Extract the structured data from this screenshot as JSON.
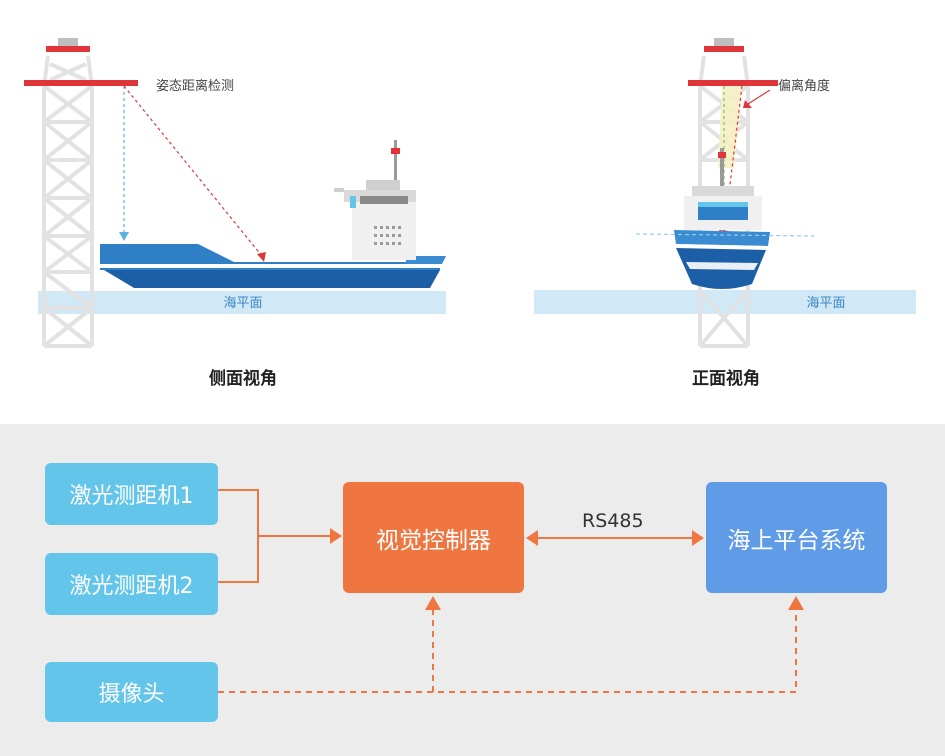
{
  "side_view": {
    "caption": "侧面视角",
    "measure_label": "姿态距离检测",
    "sea_label": "海平面"
  },
  "front_view": {
    "caption": "正面视角",
    "angle_label": "偏离角度",
    "sea_label": "海平面"
  },
  "flow": {
    "laser1": "激光测距机1",
    "laser2": "激光测距机2",
    "camera": "摄像头",
    "controller": "视觉控制器",
    "platform": "海上平台系统",
    "link_label": "RS485"
  },
  "colors": {
    "tower": "#e3e3e3",
    "platform_red": "#e0343b",
    "hull_blue": "#1d6fb8",
    "sea": "#d1e8f6",
    "box_cyan": "#63c5ea",
    "box_orange": "#ef7641",
    "box_blue": "#5f9be6",
    "arrow_orange": "#ef7641"
  }
}
